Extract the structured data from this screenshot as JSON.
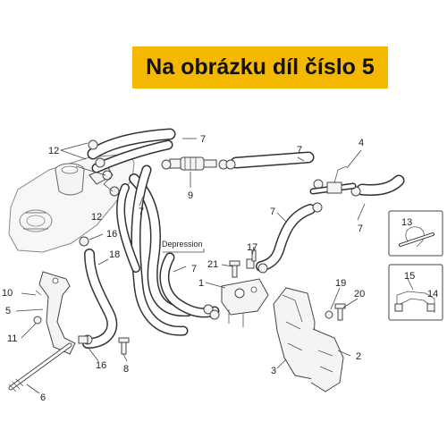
{
  "banner": {
    "text": "Na obrázku díl číslo 5",
    "color": "#f5b800"
  },
  "annotation": {
    "depression": "Depression"
  },
  "callouts": {
    "c1": "1",
    "c2": "2",
    "c3": "3",
    "c4": "4",
    "c5": "5",
    "c6": "6",
    "c7": "7",
    "c8": "8",
    "c9": "9",
    "c10": "10",
    "c11": "11",
    "c12": "12",
    "c13": "13",
    "c14": "14",
    "c15": "15",
    "c16": "16",
    "c17": "17",
    "c18": "18",
    "c19": "19",
    "c20": "20",
    "c21": "21"
  }
}
